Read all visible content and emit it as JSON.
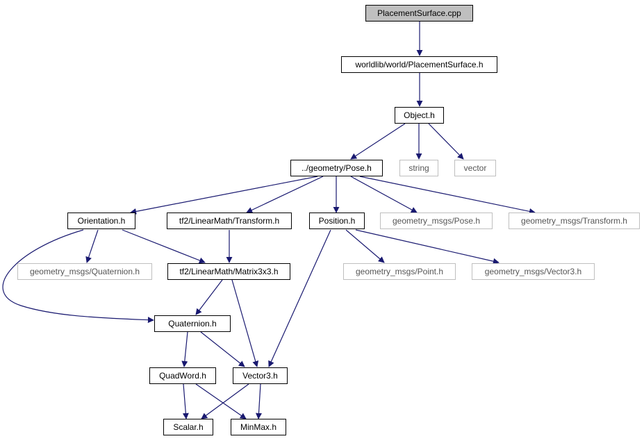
{
  "colors": {
    "edge": "#191970",
    "root_fill": "#bfbfbf",
    "ext_border": "#bfbfbf",
    "node_border": "#000000"
  },
  "nodes": {
    "placement_surface_cpp": "PlacementSurface.cpp",
    "placement_surface_h": "worldlib/world/PlacementSurface.h",
    "object_h": "Object.h",
    "pose_h": "../geometry/Pose.h",
    "string": "string",
    "vector": "vector",
    "orientation_h": "Orientation.h",
    "tf2_transform_h": "tf2/LinearMath/Transform.h",
    "position_h": "Position.h",
    "gm_pose_h": "geometry_msgs/Pose.h",
    "gm_transform_h": "geometry_msgs/Transform.h",
    "gm_quaternion_h": "geometry_msgs/Quaternion.h",
    "tf2_matrix_h": "tf2/LinearMath/Matrix3x3.h",
    "gm_point_h": "geometry_msgs/Point.h",
    "gm_vector3_h": "geometry_msgs/Vector3.h",
    "quaternion_h": "Quaternion.h",
    "quadword_h": "QuadWord.h",
    "vector3_h": "Vector3.h",
    "scalar_h": "Scalar.h",
    "minmax_h": "MinMax.h"
  }
}
